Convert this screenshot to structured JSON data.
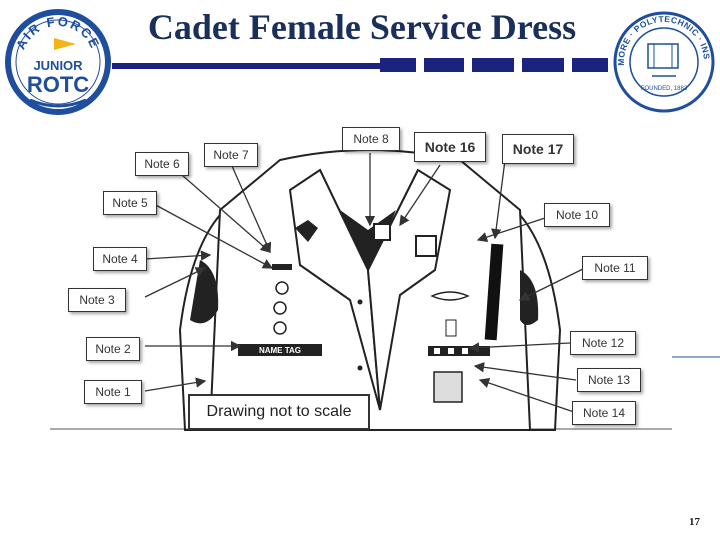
{
  "slide": {
    "title": "Cadet Female Service Dress",
    "page_number": "17",
    "accent_color": "#1a237e"
  },
  "logo": {
    "text_top": "AIR FORCE",
    "text_middle": "JUNIOR",
    "text_bottom": "ROTC",
    "color": "#1f4e9c"
  },
  "seal": {
    "ring_text": "BALTIMORE · POLYTECHNIC · INSTITUTE",
    "inner_text": "FOUNDED, 1883"
  },
  "diagram": {
    "scale_note": "Drawing not to scale",
    "uniform_labels": {
      "name_tag": "NAME TAG"
    },
    "notes": {
      "n1": "Note 1",
      "n2": "Note 2",
      "n3": "Note 3",
      "n4": "Note 4",
      "n5": "Note 5",
      "n6": "Note 6",
      "n7": "Note 7",
      "n8": "Note 8",
      "n10": "Note 10",
      "n11": "Note 11",
      "n12": "Note 12",
      "n13": "Note 13",
      "n14": "Note 14",
      "n16": "Note 16",
      "n17": "Note 17"
    }
  }
}
